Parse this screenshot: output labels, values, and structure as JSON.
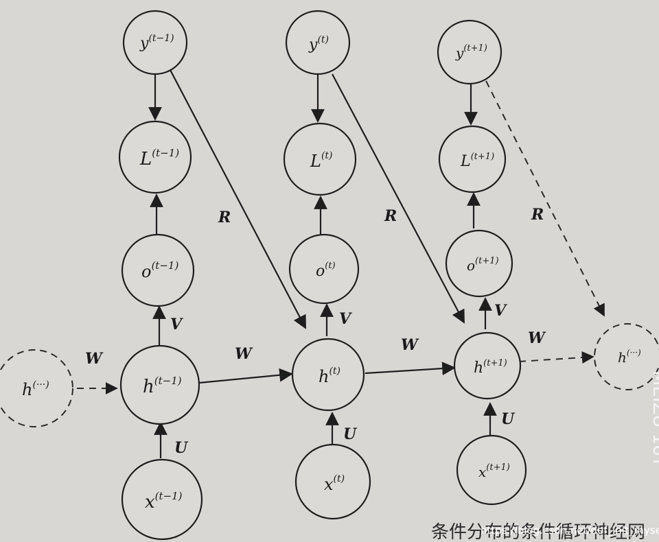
{
  "nodes": {
    "y_tm1": {
      "base": "y",
      "sup": "(t−1)"
    },
    "y_t": {
      "base": "y",
      "sup": "(t)"
    },
    "y_tp1": {
      "base": "y",
      "sup": "(t+1)"
    },
    "L_tm1": {
      "base": "L",
      "sup": "(t−1)"
    },
    "L_t": {
      "base": "L",
      "sup": "(t)"
    },
    "L_tp1": {
      "base": "L",
      "sup": "(t+1)"
    },
    "o_tm1": {
      "base": "o",
      "sup": "(t−1)"
    },
    "o_t": {
      "base": "o",
      "sup": "(t)"
    },
    "o_tp1": {
      "base": "o",
      "sup": "(t+1)"
    },
    "h_tm1": {
      "base": "h",
      "sup": "(t−1)"
    },
    "h_t": {
      "base": "h",
      "sup": "(t)"
    },
    "h_tp1": {
      "base": "h",
      "sup": "(t+1)"
    },
    "h_left": {
      "base": "h",
      "sup": "(···)"
    },
    "h_right": {
      "base": "h",
      "sup": "(···)"
    },
    "x_tm1": {
      "base": "x",
      "sup": "(t−1)"
    },
    "x_t": {
      "base": "x",
      "sup": "(t)"
    },
    "x_tp1": {
      "base": "x",
      "sup": "(t+1)"
    }
  },
  "weights": {
    "W": "W",
    "U": "U",
    "V": "V",
    "R": "R"
  },
  "watermark": "https://blog.csdn.net/def_init_myself",
  "side_mark": "MEIZU 16T",
  "bottom_text": "条件分布的条件循环神经网"
}
